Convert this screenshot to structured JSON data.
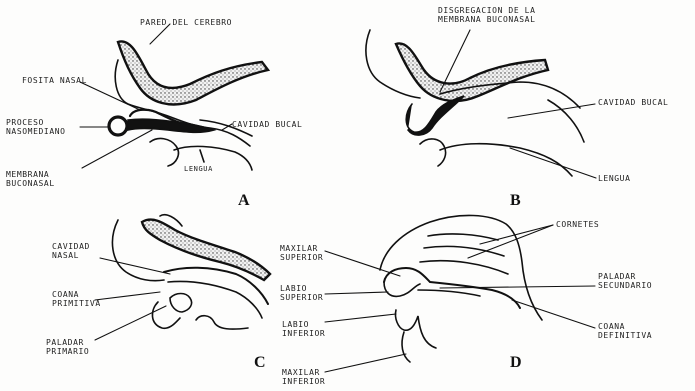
{
  "panels": {
    "a": {
      "letter": "A",
      "labels": {
        "pared": "PARED DEL CEREBRO",
        "fosita": "FOSITA NASAL",
        "proceso_1": "PROCESO",
        "proceso_2": "NASOMEDIANO",
        "cavidad": "CAVIDAD BUCAL",
        "membrana_1": "MEMBRANA",
        "membrana_2": "BUCONASAL",
        "lengua": "LENGUA"
      }
    },
    "b": {
      "letter": "B",
      "labels": {
        "desint_1": "DISGREGACION DE LA",
        "desint_2": "MEMBRANA BUCONASAL",
        "cavidad": "CAVIDAD BUCAL",
        "lengua": "LENGUA"
      }
    },
    "c": {
      "letter": "C",
      "labels": {
        "cav_1": "CAVIDAD",
        "cav_2": "NASAL",
        "coana_1": "COANA",
        "coana_2": "PRIMITIVA",
        "pal_1": "PALADAR",
        "pal_2": "PRIMARIO"
      }
    },
    "d": {
      "letter": "D",
      "labels": {
        "cornetes": "CORNETES",
        "max_sup_1": "MAXILAR",
        "max_sup_2": "SUPERIOR",
        "lab_sup_1": "LABIO",
        "lab_sup_2": "SUPERIOR",
        "pal_sec_1": "PALADAR",
        "pal_sec_2": "SECUNDARIO",
        "lab_inf_1": "LABIO",
        "lab_inf_2": "INFERIOR",
        "coana_1": "COANA",
        "coana_2": "DEFINITIVA",
        "max_inf_1": "MAXILAR",
        "max_inf_2": "INFERIOR"
      }
    }
  }
}
